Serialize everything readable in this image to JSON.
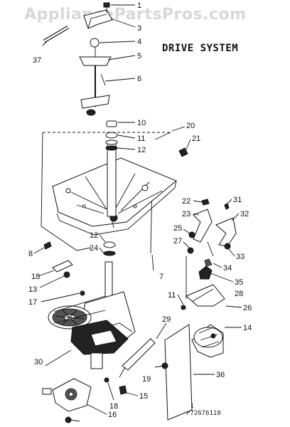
{
  "watermark": "AppliancePartsPros.com",
  "title": "DRIVE SYSTEM",
  "drawing_code": {
    "line1": "C1",
    "line2": "P72676110"
  },
  "callouts": [
    "1",
    "3",
    "4",
    "5",
    "6",
    "37",
    "10",
    "11",
    "12",
    "20",
    "21",
    "22",
    "23",
    "25",
    "27",
    "31",
    "32",
    "33",
    "34",
    "35",
    "28",
    "26",
    "11",
    "12",
    "24",
    "7",
    "8",
    "18",
    "13",
    "17",
    "29",
    "14",
    "30",
    "36",
    "19",
    "18",
    "15",
    "16"
  ]
}
